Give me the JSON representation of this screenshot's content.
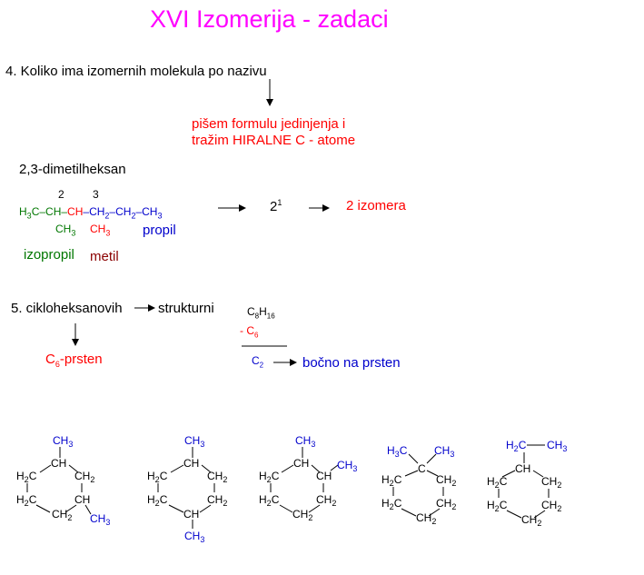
{
  "title": "XVI Izomerija - zadaci",
  "task4": {
    "question": "4. Koliko ima izomernih molekula po nazivu",
    "note_line1": "pišem formulu jedinjenja i",
    "note_line2": "tražim HIRALNE C - atome",
    "compound": "2,3-dimetilheksan",
    "num2": "2",
    "num3": "3",
    "formula_green": "H3C-CH-",
    "formula_red": "CH",
    "formula_blue": "-CH2-CH2-CH3",
    "sub_green": "CH3",
    "sub_red": "CH3",
    "label_izopropil": "izopropil",
    "label_metil": "metil",
    "label_propil": "propil",
    "power_base": "2",
    "power_exp": "1",
    "result": "2 izomera"
  },
  "task5": {
    "question": "5. cikloheksanovih",
    "strukturni": "strukturni",
    "c6_prsten": "C",
    "c6_prsten_sub": "6",
    "c6_prsten_tail": "-prsten",
    "c8h16_c": "C",
    "c8h16_8": "8",
    "c8h16_h": "H",
    "c8h16_16": "16",
    "minus_c6": "- C",
    "minus_c6_sub": "6",
    "c2": "C",
    "c2_sub": "2",
    "bocno": "bočno na prsten"
  },
  "structures": [
    {
      "name": "1,3-dimetilcikloheksan"
    },
    {
      "name": "1,4-dimetilcikloheksan"
    },
    {
      "name": "1,2-dimetilcikloheksan"
    },
    {
      "name": "1,1-dimetilcikloheksan"
    },
    {
      "name": "etilcikloheksan"
    }
  ],
  "colors": {
    "title": "#ff00ff",
    "red": "#ff0000",
    "blue": "#0000cc",
    "green": "#007700",
    "dark_red": "#8b0000"
  }
}
